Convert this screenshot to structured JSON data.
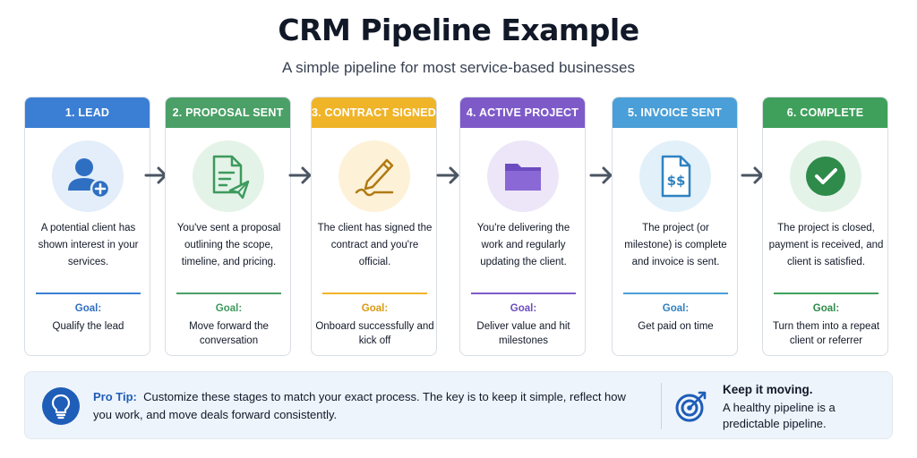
{
  "title": "CRM Pipeline Example",
  "subtitle": "A simple pipeline for most service-based businesses",
  "colors": {
    "lead": "#3b7fd4",
    "proposal": "#4aa066",
    "contract": "#f0b429",
    "active": "#7e5ac9",
    "invoice": "#4a9fd8",
    "complete": "#3fa05c",
    "arrow": "#4b5563",
    "tip_accent": "#1e5db8"
  },
  "stages": [
    {
      "header": "1. LEAD",
      "icon": "user-add-icon",
      "description": "A potential client has shown interest in your services.",
      "goal_label": "Goal:",
      "goal": "Qualify the lead"
    },
    {
      "header": "2. PROPOSAL SENT",
      "icon": "document-send-icon",
      "description": "You've sent a proposal outlining the scope, timeline, and pricing.",
      "goal_label": "Goal:",
      "goal": "Move forward the conversation"
    },
    {
      "header": "3. CONTRACT SIGNED",
      "icon": "pen-signature-icon",
      "description": "The client has signed the contract and you're official.",
      "goal_label": "Goal:",
      "goal": "Onboard successfully and kick off"
    },
    {
      "header": "4. ACTIVE PROJECT",
      "icon": "folder-icon",
      "description": "You're delivering the work and regularly updating the client.",
      "goal_label": "Goal:",
      "goal": "Deliver value and hit milestones"
    },
    {
      "header": "5. INVOICE SENT",
      "icon": "invoice-icon",
      "description": "The project (or milestone) is complete and invoice is sent.",
      "goal_label": "Goal:",
      "goal": "Get paid on time"
    },
    {
      "header": "6. COMPLETE",
      "icon": "check-circle-icon",
      "description": "The project is closed, payment is received, and client is satisfied.",
      "goal_label": "Goal:",
      "goal": "Turn them into a repeat client or referrer"
    }
  ],
  "tip": {
    "label": "Pro Tip:",
    "text": "Customize these stages to match your exact process. The key is to keep it simple, reflect how you work, and move deals forward consistently.",
    "icon": "lightbulb-icon"
  },
  "keep_moving": {
    "title": "Keep it moving.",
    "text": "A healthy pipeline is a predictable pipeline.",
    "icon": "target-icon"
  }
}
